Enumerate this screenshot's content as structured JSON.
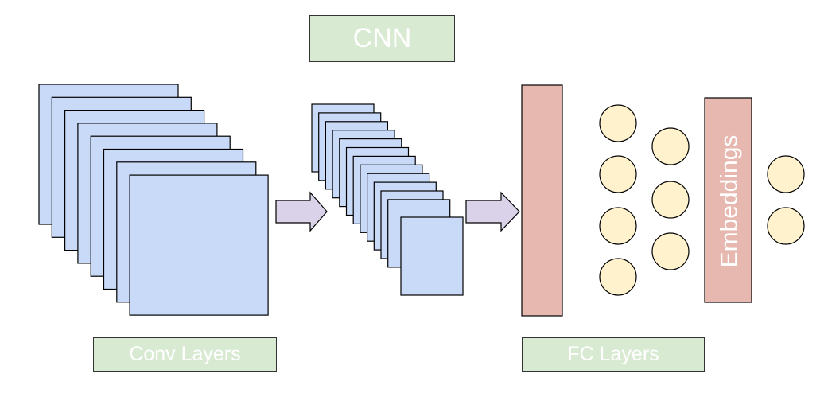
{
  "title": "CNN",
  "labels": {
    "conv": "Conv Layers",
    "fc": "FC Layers",
    "embeddings": "Embeddings"
  },
  "colors": {
    "feature_map_fill": "#c9daf8",
    "dense_fill": "#e6b8af",
    "neuron_fill": "#fff2cc",
    "arrow_fill": "#d9d2e9",
    "label_fill": "#d9ead3",
    "stroke": "#000000"
  },
  "structure": {
    "conv_feature_maps": 8,
    "pooled_feature_maps": 13,
    "hidden_neuron_columns": [
      4,
      3
    ],
    "output_neurons": 2
  }
}
